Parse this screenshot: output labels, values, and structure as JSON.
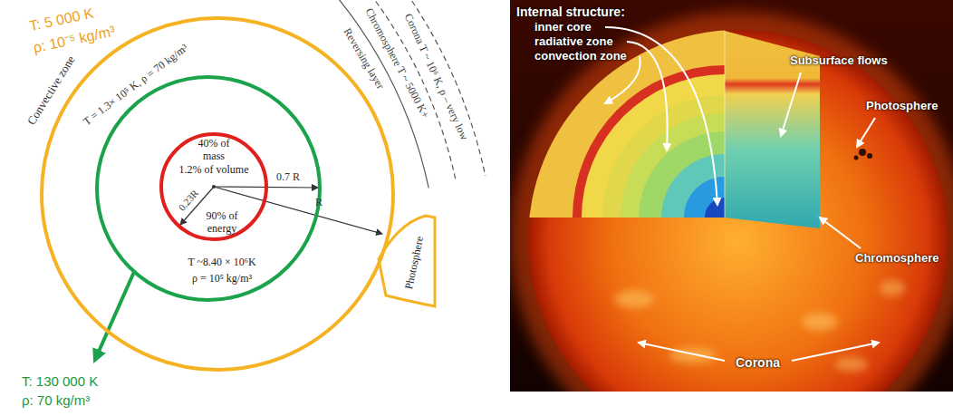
{
  "diagram": {
    "nodes": [
      {
        "text": [
          "T: 5 000 K",
          "ρ: 10⁻⁵ kg/m³",
          "T = 1.3× 10⁵ K, ρ = 70 kg/m³"
        ]
      },
      {
        "text": [
          "T ~8.40 × 10⁶K",
          "ρ = 10⁵ kg/m³"
        ],
        "in": 0
      },
      {
        "text": [
          "40% of mass",
          "1.2% of volume",
          "90% of energy"
        ],
        "in": 1
      },
      {
        "text": [
          "Photosphere"
        ]
      }
    ],
    "labels": [
      "Convective zone",
      "0.23R",
      "0.7 R",
      "R",
      "Reversing layer",
      "Chromosphere T ~ 5000 K+",
      "Corona T ~ 10⁶ K, ρ – very low",
      "T: 130 000 K",
      "ρ: 70 kg/m³",
      "Internal structure:",
      "inner core",
      "radiative zone",
      "convection zone",
      "Subsurface flows",
      "Photosphere",
      "Chromosphere",
      "Corona"
    ]
  }
}
